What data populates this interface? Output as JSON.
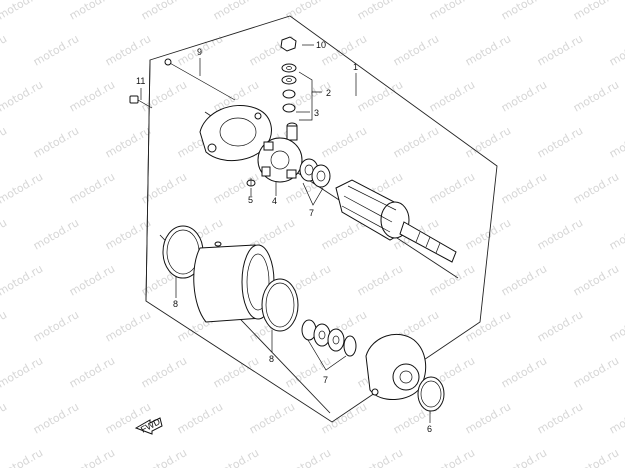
{
  "watermark": {
    "text": "motod.ru"
  },
  "callouts": [
    {
      "key": "c1",
      "text": "1"
    },
    {
      "key": "c2",
      "text": "2"
    },
    {
      "key": "c3",
      "text": "3"
    },
    {
      "key": "c4",
      "text": "4"
    },
    {
      "key": "c5",
      "text": "5"
    },
    {
      "key": "c6",
      "text": "6"
    },
    {
      "key": "c7a",
      "text": "7"
    },
    {
      "key": "c7b",
      "text": "7"
    },
    {
      "key": "c8a",
      "text": "8"
    },
    {
      "key": "c8b",
      "text": "8"
    },
    {
      "key": "c9",
      "text": "9"
    },
    {
      "key": "c10",
      "text": "10"
    },
    {
      "key": "c11",
      "text": "11"
    }
  ],
  "fwd": {
    "text": "FWD"
  },
  "colors": {
    "line": "#111111",
    "watermark": "#d6d6d6",
    "background": "#ffffff"
  }
}
